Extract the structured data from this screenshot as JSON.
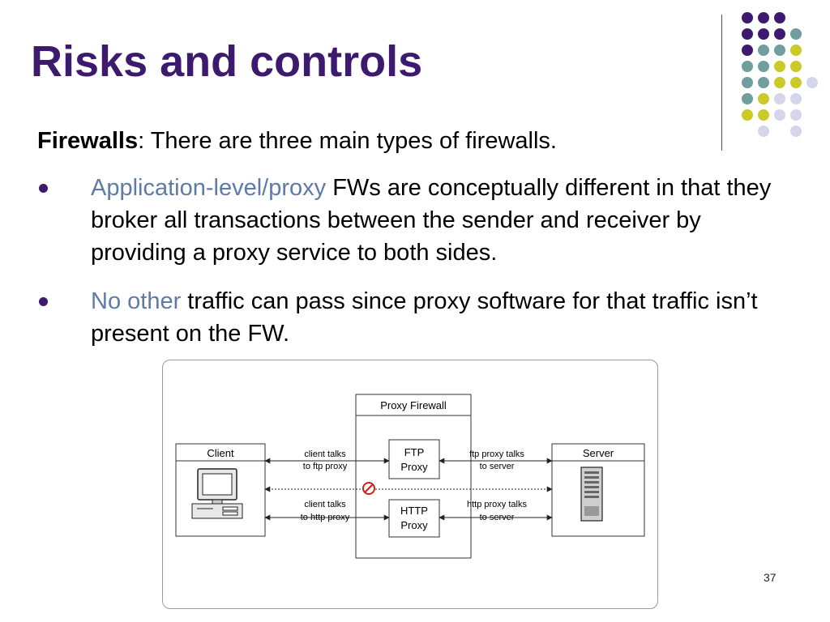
{
  "slide": {
    "title": "Risks and controls",
    "page_number": "37",
    "accent_colors": {
      "purple": "#3d1a6e",
      "teal": "#6f9e9c",
      "yellow": "#c9c928",
      "lavender": "#d6d6ea",
      "highlight_blue": "#5e7ba8"
    }
  },
  "intro": {
    "heading": "Firewalls",
    "text": ": There are three main types of firewalls."
  },
  "bullets": [
    {
      "highlight": "Application-level/proxy",
      "text": " FWs are conceptually different in that they broker all transactions between the sender and receiver by providing a proxy service to both sides."
    },
    {
      "highlight": "No other",
      "text": " traffic can pass since proxy software for that traffic isn’t present on the FW."
    }
  ],
  "diagram": {
    "client_label": "Client",
    "server_label": "Server",
    "firewall_label": "Proxy Firewall",
    "ftp_proxy": [
      "FTP",
      "Proxy"
    ],
    "http_proxy": [
      "HTTP",
      "Proxy"
    ],
    "client_ftp": [
      "client talks",
      "to ftp proxy"
    ],
    "server_ftp": [
      "ftp proxy talks",
      "to server"
    ],
    "client_http": [
      "client talks",
      "to http proxy"
    ],
    "server_http": [
      "http proxy talks",
      "to server"
    ],
    "blocked_icon": "no-entry-icon"
  }
}
